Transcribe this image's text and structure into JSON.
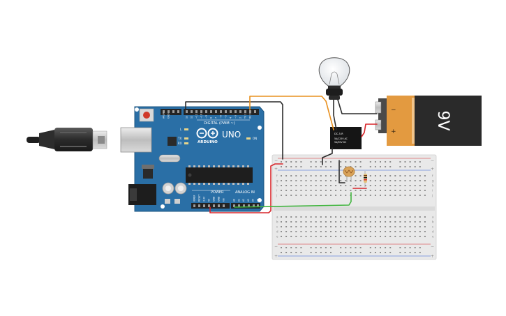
{
  "arduino": {
    "brand": "ARDUINO",
    "model": "UNO",
    "digital_label": "DIGITAL (PWM ~)",
    "power_label": "POWER",
    "analog_label": "ANALOG IN",
    "on_label": "ON",
    "led_l": "L",
    "led_tx": "TX",
    "led_rx": "RX",
    "top_pins": [
      "AREF",
      "GND",
      "13",
      "12",
      "~11",
      "~10",
      "~9",
      "8",
      "7",
      "~6",
      "~5",
      "4",
      "~3",
      "2",
      "TX 1",
      "RX 0"
    ],
    "power_pins": [
      "IOREF",
      "RESET",
      "3.3V",
      "5V",
      "GND",
      "GND",
      "Vin"
    ],
    "analog_pins": [
      "A0",
      "A1",
      "A2",
      "A3",
      "A4",
      "A5"
    ]
  },
  "battery": {
    "label": "9V",
    "minus": "−",
    "plus": "+"
  },
  "relay": {
    "line1": "DC-5-R",
    "line2": "5A/125V AC",
    "line3": "5A/30V DC"
  },
  "breadboard": {
    "row_letters": [
      "a",
      "b",
      "c",
      "d",
      "e",
      "f",
      "g",
      "h",
      "i",
      "j"
    ],
    "rail_minus": "−",
    "rail_plus": "+"
  },
  "colors": {
    "board": "#2a6fa6",
    "board_edge": "#1c5580",
    "wire_black": "#2b2b2b",
    "wire_orange": "#e8901e",
    "wire_red": "#d8262b",
    "wire_green": "#41b53f",
    "battery_body": "#e39a40",
    "battery_cap": "#2a2a2a",
    "breadboard": "#e9e9e9"
  }
}
